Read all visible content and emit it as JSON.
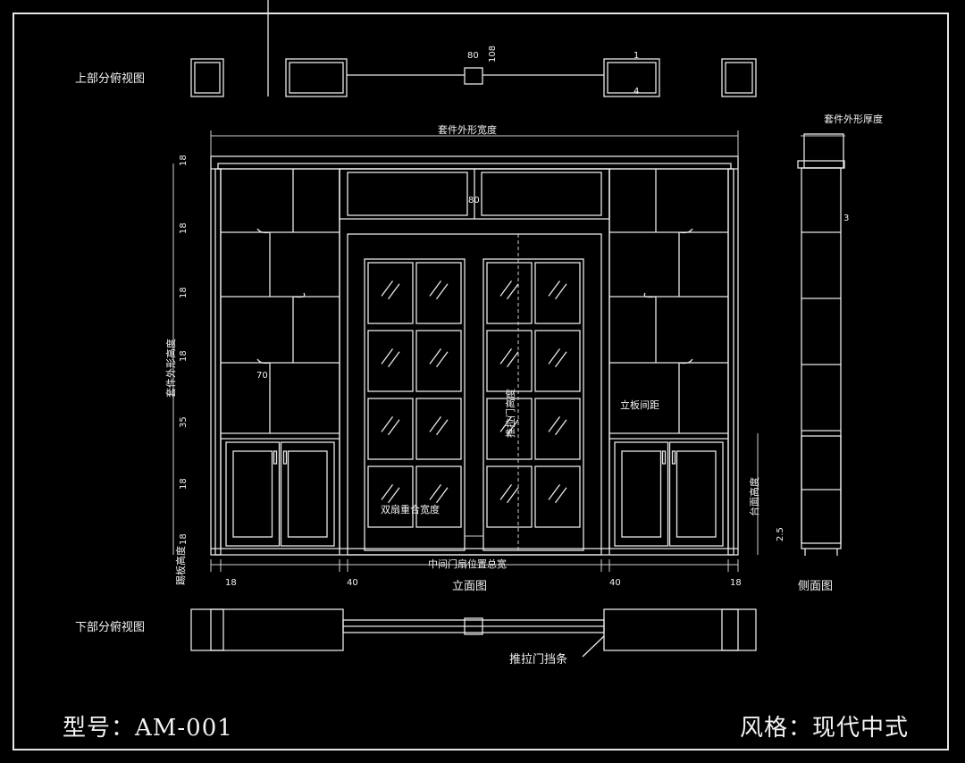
{
  "labels": {
    "top_view": "上部分俯视图",
    "bottom_view": "下部分俯视图",
    "front_view": "立面图",
    "side_view": "侧面图",
    "overall_width": "套件外形宽度",
    "overall_depth": "套件外形厚度",
    "overall_height": "套件外形高度",
    "sliding_height": "推拉门高度",
    "panel_spacing": "立板间距",
    "overlap_width": "双扇重合宽度",
    "center_door_width": "中间门扇位置总宽",
    "counter_height": "台面高度",
    "kick_height": "踢板高度",
    "door_stop": "推拉门挡条"
  },
  "dimensions": {
    "d80": "80",
    "d108": "108",
    "d1": "1",
    "d4": "4",
    "d3": "3",
    "d70": "70",
    "d80b": "80",
    "d2_5": "2.5",
    "d18_bl": "18",
    "d40_l": "40",
    "d40_r": "40",
    "d18_br": "18",
    "left_stack": [
      "18",
      "18",
      "18",
      "18",
      "35",
      "18",
      "18"
    ]
  },
  "title_block": {
    "model": "型号：AM-001",
    "style": "风格：现代中式"
  },
  "colors": {
    "background": "#000000",
    "line": "#e8e8e8",
    "text": "#f2f2f2"
  }
}
